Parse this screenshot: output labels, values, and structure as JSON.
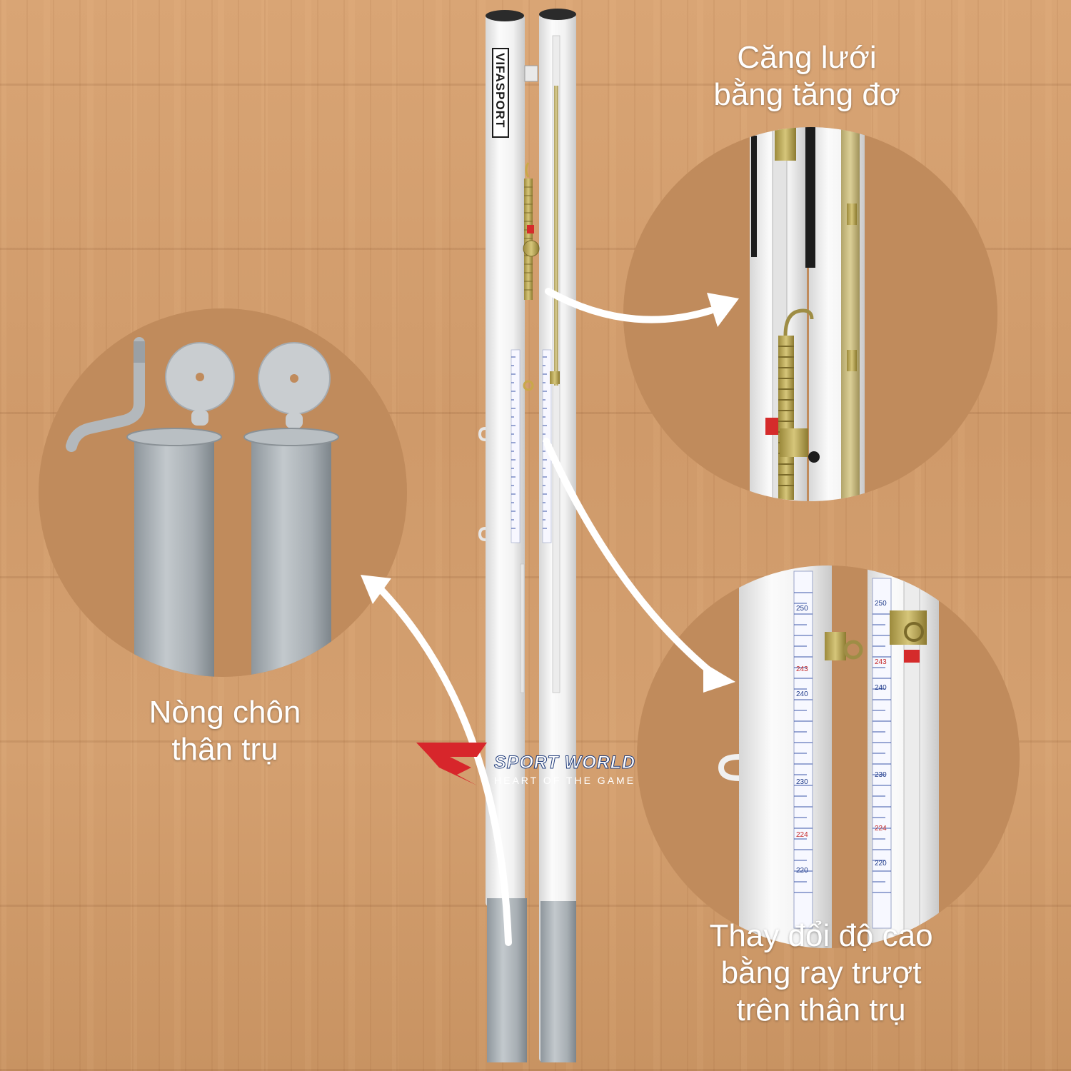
{
  "captions": {
    "net_tension": [
      "Căng lưới",
      "bằng tăng đơ"
    ],
    "sleeve": [
      "Nòng chôn",
      "thân trụ"
    ],
    "height_adjust": [
      "Thay đổi độ cao",
      "bằng ray trượt",
      "trên thân trụ"
    ]
  },
  "brand": {
    "pole_label": "VIFASPORT",
    "logo_name": "SPORT WORLD",
    "logo_tagline": "HEART OF THE GAME"
  },
  "scale_ticks": {
    "left_pole": [
      "250",
      "243",
      "240",
      "230",
      "224",
      "220"
    ],
    "right_pole": [
      "250",
      "243",
      "240",
      "230",
      "224",
      "220"
    ]
  },
  "colors": {
    "pole": "#f2f2f2",
    "sleeve": "#a9b0b6",
    "logo_red": "#d7262b",
    "logo_blue": "#1f3b7a",
    "scale_red": "#c62828",
    "scale_blue": "#1e3a8a"
  }
}
